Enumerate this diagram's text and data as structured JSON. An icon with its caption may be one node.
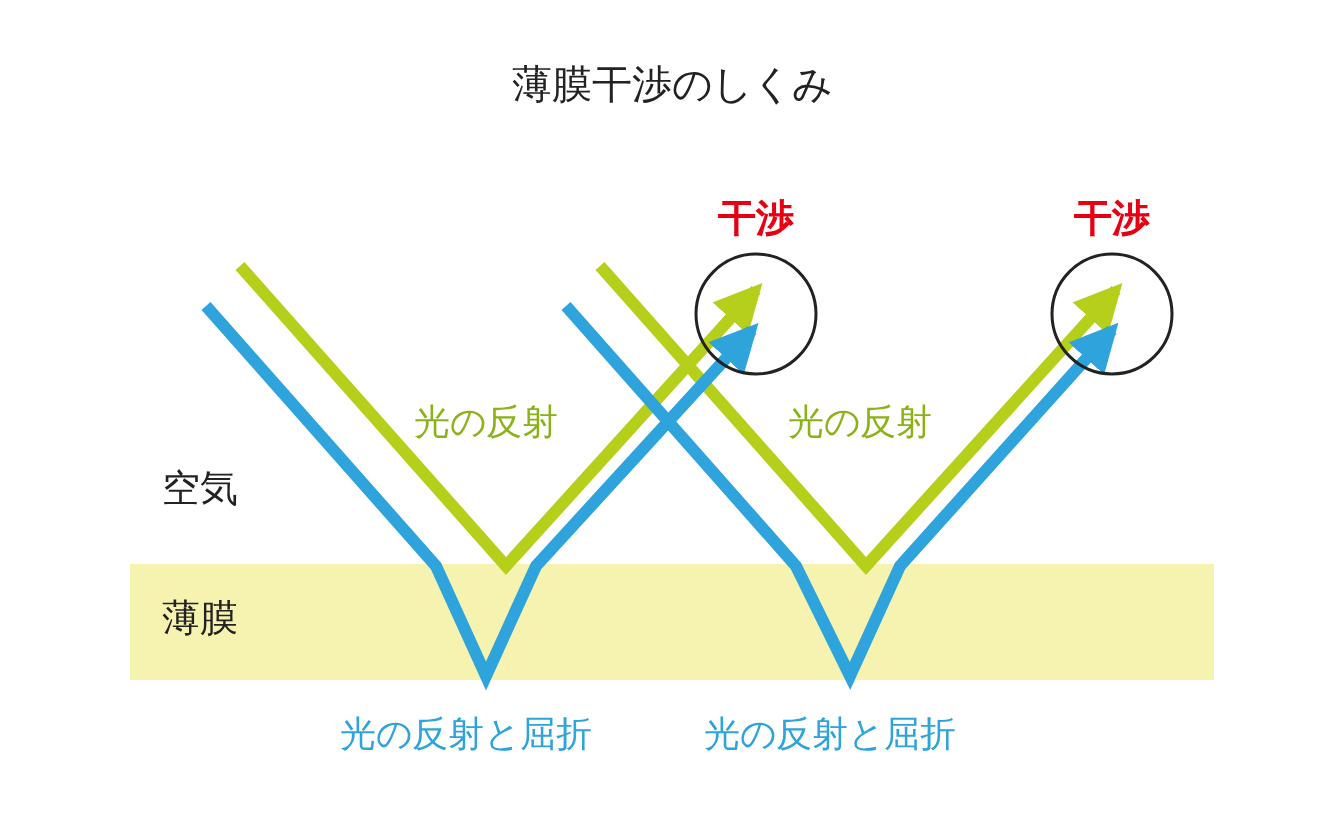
{
  "diagram": {
    "title": "薄膜干渉のしくみ",
    "labels": [
      "干渉",
      "干渉",
      "光の反射",
      "光の反射",
      "空気",
      "薄膜",
      "光の反射と屈折",
      "光の反射と屈折"
    ]
  }
}
